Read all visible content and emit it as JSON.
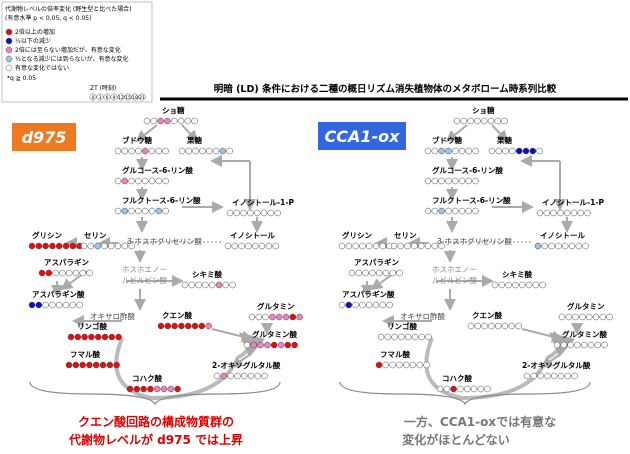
{
  "title": "明暗 (LD) 条件における二種の概日リズム消失植物体のメタボローム時系列比較",
  "legend": {
    "header1": "代謝物レベルの倍率変化 (野生型と比べた場合)",
    "header2": "(有意水準 p < 0.05, q < 0.05)",
    "items": [
      {
        "label": "2倍以上の増加",
        "color": "#dd1111"
      },
      {
        "label": "½以下の減少",
        "color": "#1111bb"
      },
      {
        "label": "2倍には至らない増加だが、有意な変化",
        "color": "#f080c0"
      },
      {
        "label": "½となる減少には到らないが、有意な変化",
        "color": "#9cc4ec"
      },
      {
        "label": "有意な変化ではない",
        "color": "#ffffff"
      }
    ],
    "footnote": "*q ≧ 0.05",
    "zt_label": "ZT (時刻)",
    "zt_values": [
      "0",
      "3",
      "6",
      "9",
      "12",
      "15",
      "18",
      "21"
    ]
  },
  "panels": [
    {
      "label": "d975",
      "label_color": "#f07820",
      "conclusion_lines": [
        "クエン酸回路の構成物質群の",
        "代謝物レベルが d975 では上昇"
      ],
      "conclusion_color": "#e00000"
    },
    {
      "label": "CCA1-ox",
      "label_color": "#3366e0",
      "conclusion_lines": [
        "一方、CCA1-oxでは有意な",
        "変化がほとんどない"
      ],
      "conclusion_color": "#777777"
    }
  ],
  "metabolites": {
    "sucrose": "ショ糖",
    "glucose": "ブドウ糖",
    "fructose": "果糖",
    "g6p": "グルコース-6-リン酸",
    "f6p": "フルクトース-6-リン酸",
    "inositol1p": "イノシトール-1-P",
    "inositol": "イノシトール",
    "phosphoglycerate": "3-ホスホグリセリン酸",
    "glycine": "グリシン",
    "serine": "セリン",
    "asparagine": "アスパラギン",
    "aspartate": "アスパラギン酸",
    "pep_pyruvate_line1": "ホスホエノー",
    "pep_pyruvate_line2": "ルビルビン酸",
    "shikimate": "シキミ酸",
    "oxaloacetate": "オキサロ酢酸",
    "glutamine": "グルタミン",
    "glutamate": "グルタミン酸",
    "citrate": "クエン酸",
    "malate": "リンゴ酸",
    "fumarate": "フマル酸",
    "succinate": "コハク酸",
    "oxoglutarate": "2-オキソグルタル酸"
  },
  "colors": {
    "R": "#dd1111",
    "B": "#1111bb",
    "P": "#f080c0",
    "L": "#9cc4ec",
    "W": "#ffffff"
  },
  "circles": {
    "d975": {
      "sucrose": "WWPPWWWW",
      "glucose": "WWWWPWWW",
      "fructose": "WWWWWWLW",
      "g6p": "WPWWWWWW",
      "f6p": "WLWWWWLW",
      "inositol1p": "WWWWWWWW",
      "inositol": "WWWWWWWW",
      "phosphoglycerate": "",
      "glycine": "RRRRRRRR",
      "serine": "WWLWWWWW",
      "asparagine": "RRWWWWWW",
      "aspartate": "BBWWWWWW",
      "shikimate": "WWWWWPWW",
      "glutamine": "WWWPPPRP",
      "glutamate": "WPPPRPRR",
      "citrate": "RRRRRRRP",
      "malate": "RRRRRRRR",
      "fumarate": "RRRRRRRR",
      "succinate": "RRRRPPPR",
      "oxoglutarate": "WPWWWWWW"
    },
    "ccaox": {
      "sucrose": "WWWWWWWW",
      "glucose": "WWLLWWWW",
      "fructose": "WWWWBBBW",
      "g6p": "WWWWWWWW",
      "f6p": "WWLWWWWW",
      "inositol1p": "WWWWWWWW",
      "inositol": "LWWWWWWW",
      "phosphoglycerate": "",
      "glycine": "WWWWWWWW",
      "serine": "WWWWWWWW",
      "asparagine": "WWWWWWWW",
      "aspartate": "WBWWWWWW",
      "shikimate": "WWWWWWWW",
      "glutamine": "WWWWWWWW",
      "glutamate": "WWWWWWWW",
      "citrate": "WWWWWWWW",
      "malate": "WWWWWWWW",
      "fumarate": "RWWWWWWW",
      "succinate": "WWRWWWWW",
      "oxoglutarate": "WWWWWWWW"
    }
  }
}
